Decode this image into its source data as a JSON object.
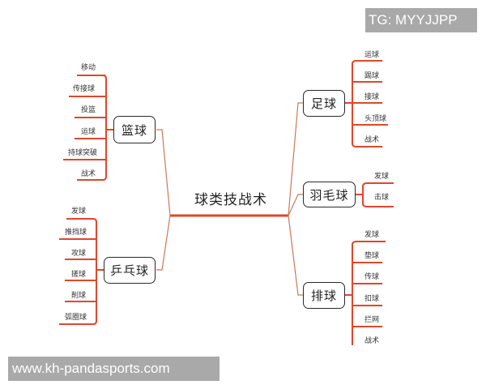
{
  "diagram": {
    "type": "mind-map",
    "root": {
      "label": "球类技战术"
    },
    "colors": {
      "branch_line": "#e0472b",
      "connector_line": "#c9785e",
      "node_border": "#2a2a2a"
    },
    "branches": [
      {
        "label": "篮球",
        "side": "left",
        "items": [
          "移动",
          "传接球",
          "投篮",
          "运球",
          "持球突破",
          "战术"
        ]
      },
      {
        "label": "乒乓球",
        "side": "left",
        "items": [
          "发球",
          "推挡球",
          "攻球",
          "搓球",
          "削球",
          "弧圈球"
        ]
      },
      {
        "label": "足球",
        "side": "right",
        "items": [
          "运球",
          "踢球",
          "接球",
          "头顶球",
          "战术"
        ]
      },
      {
        "label": "羽毛球",
        "side": "right",
        "items": [
          "发球",
          "击球"
        ]
      },
      {
        "label": "排球",
        "side": "right",
        "items": [
          "发球",
          "垫球",
          "传球",
          "扣球",
          "拦网",
          "战术"
        ]
      }
    ]
  },
  "watermarks": {
    "top_right": "TG: MYYJJPP",
    "bottom_left": "www.kh-pandasports.com"
  }
}
